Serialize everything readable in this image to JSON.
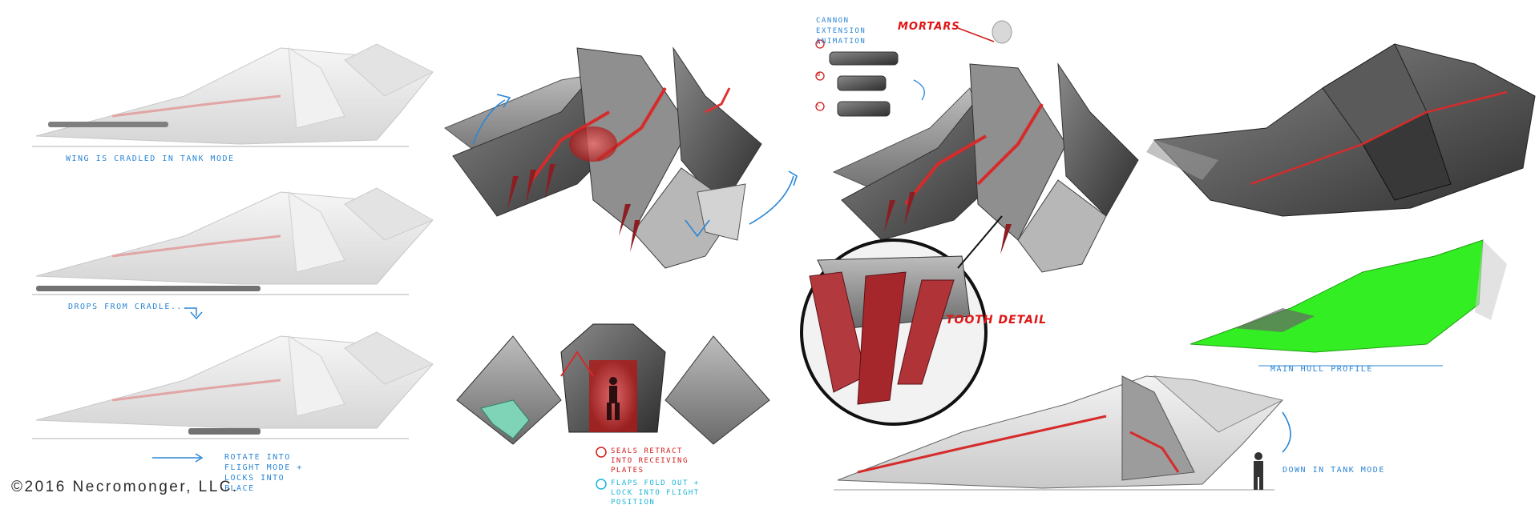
{
  "notes": {
    "wing_cradled": "Wing is cradled in tank mode",
    "drops_from_cradle": "Drops from cradle...",
    "rotate_into_flight": "Rotate into flight mode + locks into place",
    "cannon_extension": "Cannon extension animation",
    "step_a": "A",
    "step_b": "B",
    "step_c": "C",
    "seals_retract": "Seals retract into receiving plates",
    "flaps_fold_out": "Flaps fold out + lock into flight position",
    "main_hull_profile": "Main hull profile",
    "down_in_tank_mode": "Down in tank mode"
  },
  "callouts": {
    "mortars": "MORTARS",
    "tooth_detail": "TOOTH DETAIL"
  },
  "copyright": "©2016 Necromonger, LLC.",
  "colors": {
    "hull_light": "#e4e4e4",
    "hull_dark": "#4a4a4a",
    "accent_red": "#c8262d",
    "annotation_blue": "#2b86d6",
    "profile_green": "#33ee22"
  }
}
